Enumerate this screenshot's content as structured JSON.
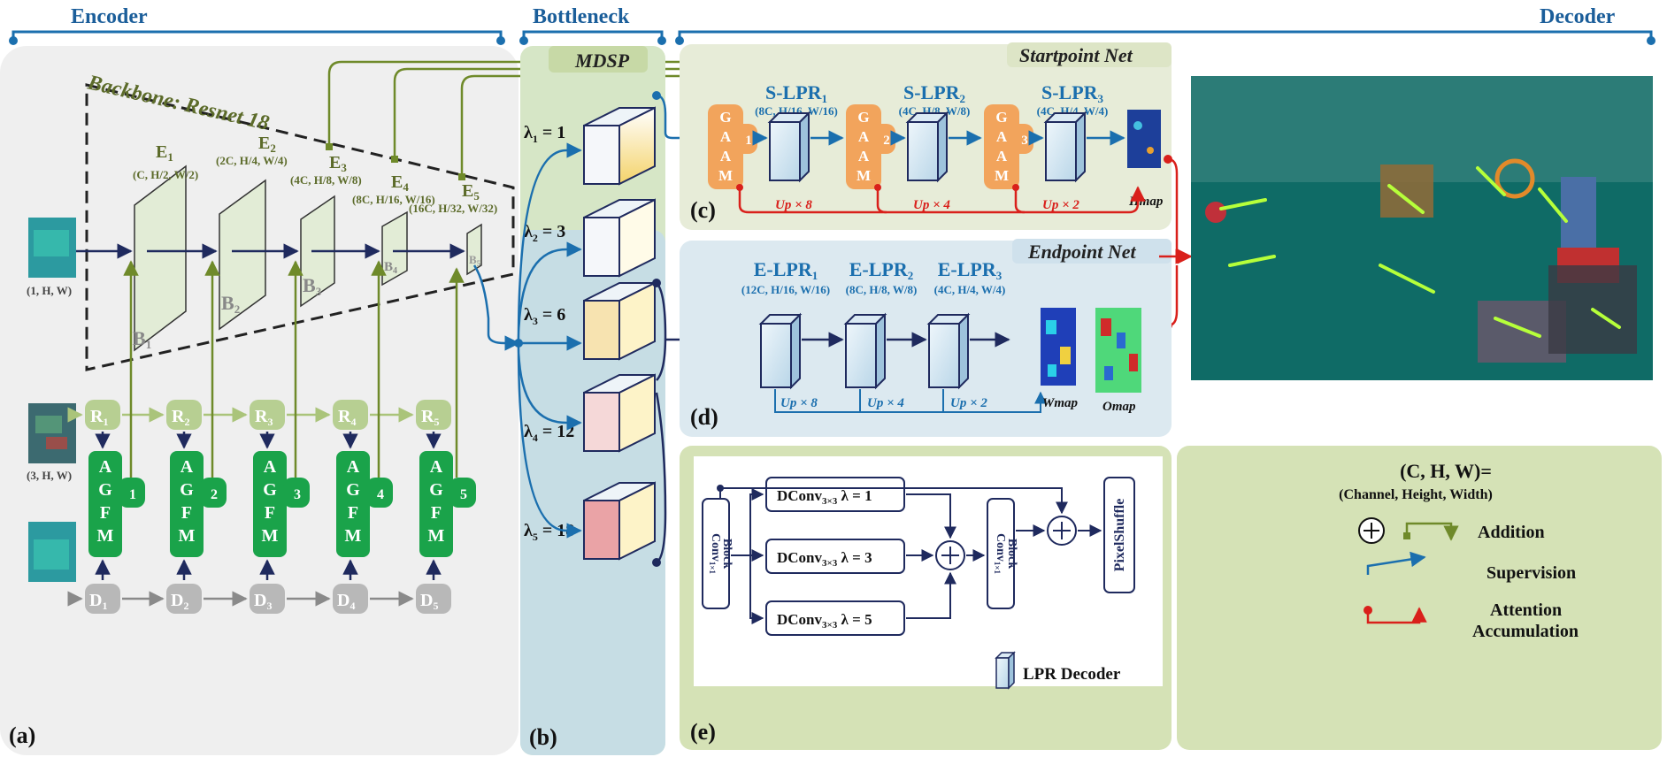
{
  "sections": {
    "encoder": "Encoder",
    "bottleneck": "Bottleneck",
    "decoder": "Decoder"
  },
  "backbone_label": "Backbone: Resnet 18",
  "encoder": {
    "features": [
      {
        "name": "E",
        "sub": "1",
        "dims": "(C, H/2, W/2)"
      },
      {
        "name": "E",
        "sub": "2",
        "dims": "(2C, H/4, W/4)"
      },
      {
        "name": "E",
        "sub": "3",
        "dims": "(4C, H/8, W/8)"
      },
      {
        "name": "E",
        "sub": "4",
        "dims": "(8C, H/16, W/16)"
      },
      {
        "name": "E",
        "sub": "5",
        "dims": "(16C, H/32, W/32)"
      }
    ],
    "blocks": [
      {
        "name": "B",
        "sub": "1"
      },
      {
        "name": "B",
        "sub": "2"
      },
      {
        "name": "B",
        "sub": "3"
      },
      {
        "name": "B",
        "sub": "4"
      },
      {
        "name": "B",
        "sub": "5"
      }
    ],
    "rgb_nodes": [
      {
        "name": "R",
        "sub": "1"
      },
      {
        "name": "R",
        "sub": "2"
      },
      {
        "name": "R",
        "sub": "3"
      },
      {
        "name": "R",
        "sub": "4"
      },
      {
        "name": "R",
        "sub": "5"
      }
    ],
    "depth_nodes": [
      {
        "name": "D",
        "sub": "1"
      },
      {
        "name": "D",
        "sub": "2"
      },
      {
        "name": "D",
        "sub": "3"
      },
      {
        "name": "D",
        "sub": "4"
      },
      {
        "name": "D",
        "sub": "5"
      }
    ],
    "agfm_letters": [
      "A",
      "G",
      "F",
      "M"
    ],
    "agfm_indices": [
      "1",
      "2",
      "3",
      "4",
      "5"
    ],
    "input_dims": [
      "(1, H, W)",
      "(3, H, W)"
    ],
    "panel_label": "(a)"
  },
  "bottleneck": {
    "title": "MDSP",
    "lambdas": [
      {
        "sym": "λ",
        "sub": "1",
        "val": " = 1"
      },
      {
        "sym": "λ",
        "sub": "2",
        "val": " = 3"
      },
      {
        "sym": "λ",
        "sub": "3",
        "val": " = 6"
      },
      {
        "sym": "λ",
        "sub": "4",
        "val": " = 12"
      },
      {
        "sym": "λ",
        "sub": "5",
        "val": " = 18"
      }
    ],
    "panel_label": "(b)"
  },
  "startpoint": {
    "title": "Startpoint Net",
    "lprs": [
      {
        "name": "S-LPR",
        "sub": "1",
        "dims": "(8C, H/16, W/16)"
      },
      {
        "name": "S-LPR",
        "sub": "2",
        "dims": "(4C, H/8, W/8)"
      },
      {
        "name": "S-LPR",
        "sub": "3",
        "dims": "(4C, H/4, W/4)"
      }
    ],
    "gaam_letters": [
      "G",
      "A",
      "A",
      "M"
    ],
    "gaam_indices": [
      "1",
      "2",
      "3"
    ],
    "ups": [
      "Up × 8",
      "Up × 4",
      "Up × 2"
    ],
    "output": "Hmap",
    "panel_label": "(c)"
  },
  "endpoint": {
    "title": "Endpoint Net",
    "lprs": [
      {
        "name": "E-LPR",
        "sub": "1",
        "dims": "(12C, H/16, W/16)"
      },
      {
        "name": "E-LPR",
        "sub": "2",
        "dims": "(8C, H/8, W/8)"
      },
      {
        "name": "E-LPR",
        "sub": "3",
        "dims": "(4C, H/4, W/4)"
      }
    ],
    "ups": [
      "Up × 8",
      "Up × 4",
      "Up × 2"
    ],
    "outputs": [
      "Wmap",
      "Omap"
    ],
    "panel_label": "(d)"
  },
  "lpr_decoder": {
    "conv_block": "Conv",
    "conv_sub": "1×1",
    "conv_block_word": "Block",
    "dconvs": [
      {
        "op": "DConv",
        "sub": "3×3",
        "lam": " λ = 1"
      },
      {
        "op": "DConv",
        "sub": "3×3",
        "lam": " λ = 3"
      },
      {
        "op": "DConv",
        "sub": "3×3",
        "lam": " λ = 5"
      }
    ],
    "pixelshuffle": "PixelShuffle",
    "legend_lpr": "LPR Decoder",
    "panel_label": "(e)"
  },
  "legend": {
    "chw": "(C, H, W)=",
    "chw_desc": "(Channel, Height, Width)",
    "addition": "Addition",
    "supervision": "Supervision",
    "attention_1": "Attention",
    "attention_2": "Accumulation"
  },
  "colors": {
    "navy": "#1f2a5e",
    "blue": "#1b6fae",
    "olive": "#6f8a2a",
    "green_module": "#1aa34a",
    "orange_module": "#f2a45c",
    "red": "#d9201b",
    "gray_panel": "#efefef",
    "mdsp_bg": "#c6dde4",
    "startpoint_bg": "#e7ecd8",
    "endpoint_bg": "#dce9f0",
    "legend_bg": "#d5e2b6"
  }
}
